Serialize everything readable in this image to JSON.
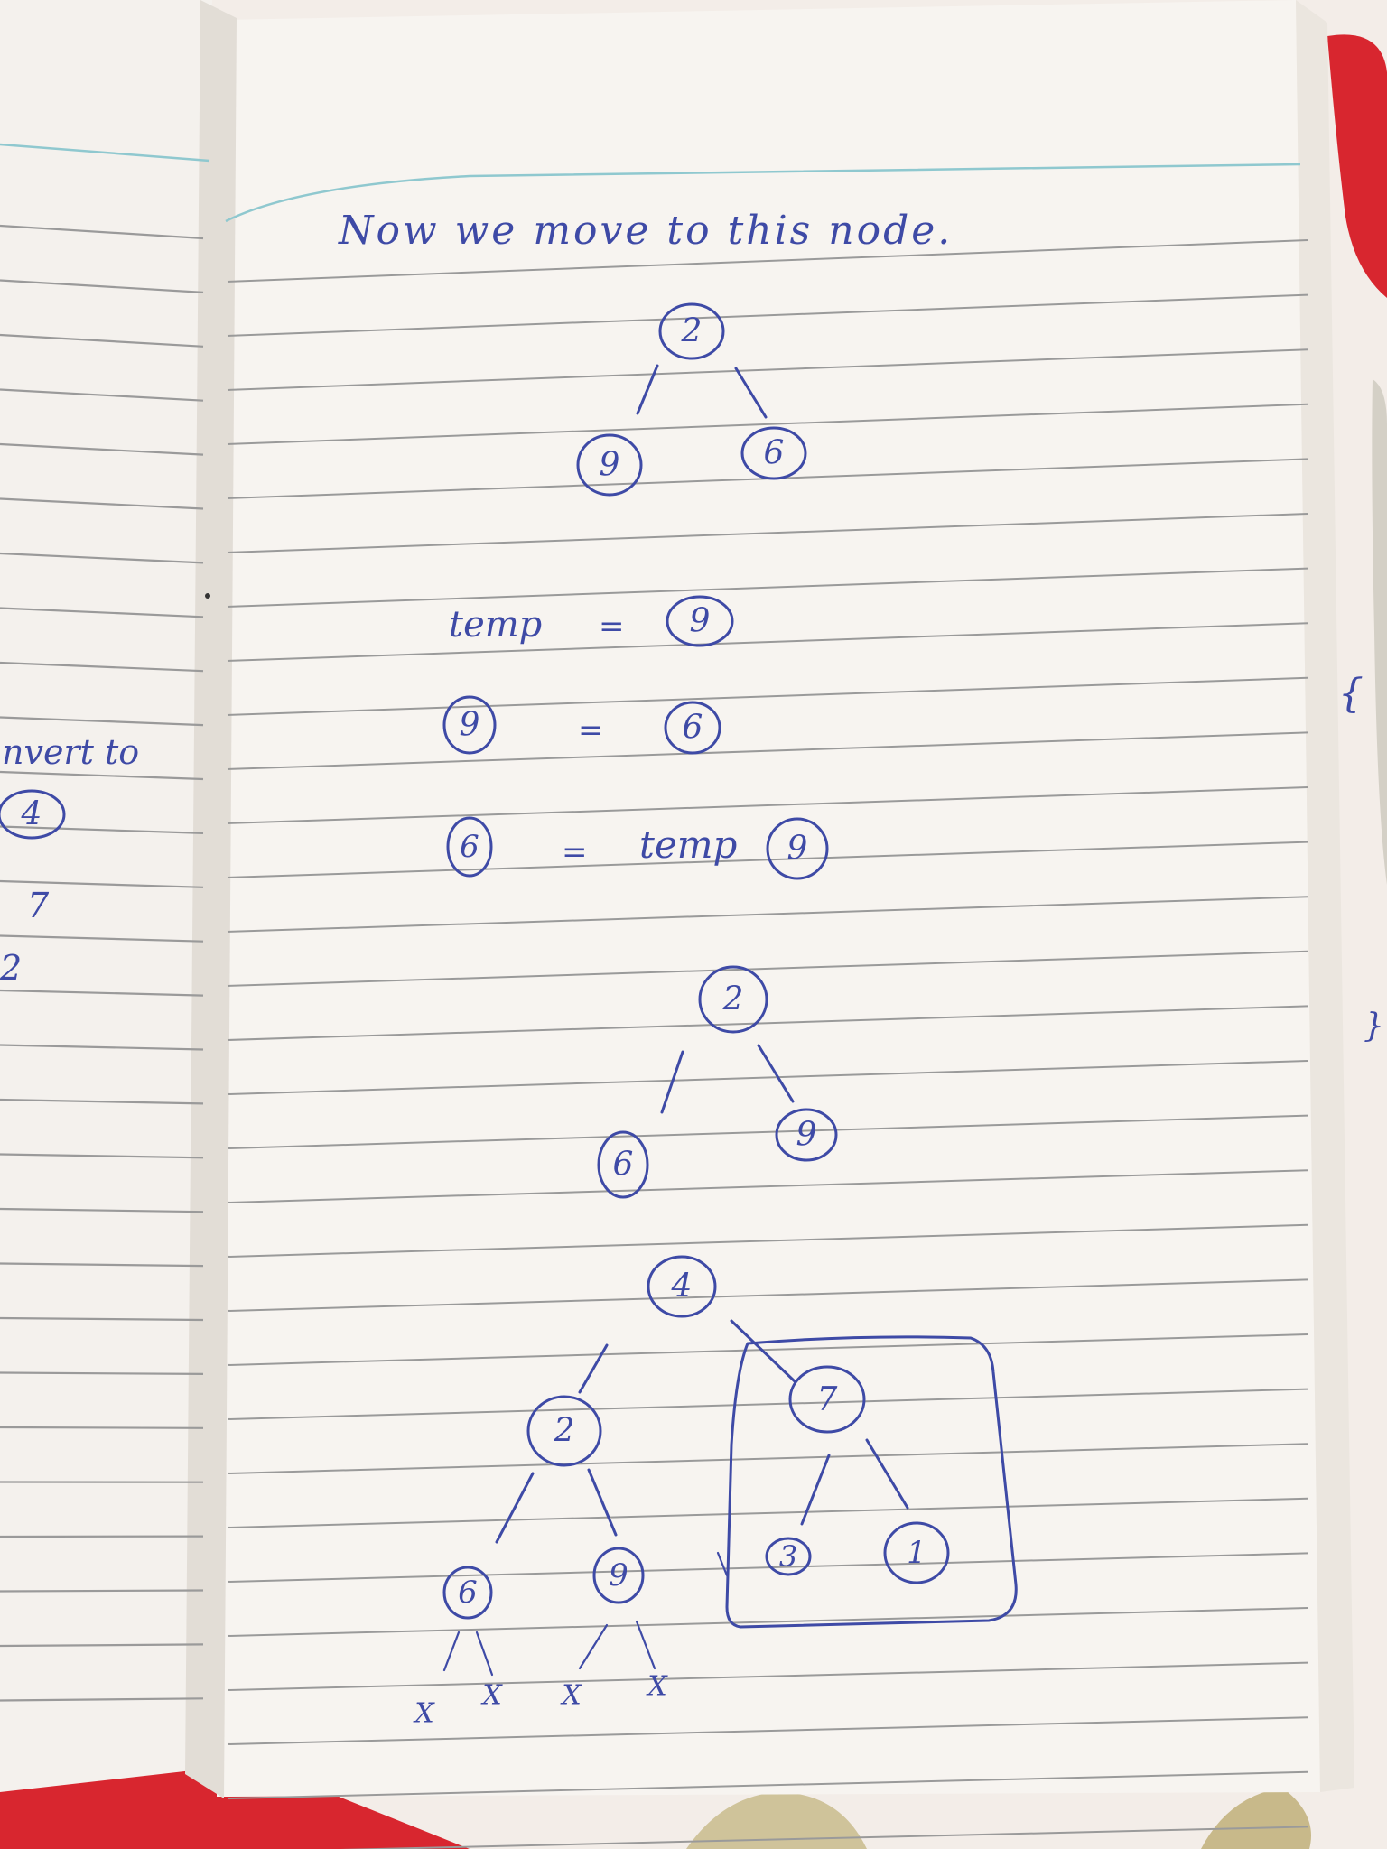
{
  "left_page": {
    "text_lines": [
      "nvert to",
      "4",
      "7",
      "2"
    ]
  },
  "right_page": {
    "heading": "Now we move to this node.",
    "tree1": {
      "root": "2",
      "left": "9",
      "right": "6"
    },
    "swap_steps": [
      {
        "lhs": "temp",
        "op": "=",
        "rhs": "9"
      },
      {
        "lhs": "9",
        "op": "=",
        "rhs": "6"
      },
      {
        "lhs": "6",
        "op": "=",
        "rhs": "temp",
        "rhs_node": "9"
      }
    ],
    "tree2": {
      "root": "2",
      "left": "6",
      "right": "9"
    },
    "tree3": {
      "root": "4",
      "left": {
        "value": "2",
        "left": "6",
        "right": "9"
      },
      "right": {
        "value": "7",
        "left": "3",
        "right": "1"
      },
      "null_marks": [
        "X",
        "X",
        "X",
        "X"
      ]
    }
  },
  "edge_marks": [
    "{",
    "}"
  ],
  "colors": {
    "ink": "#3e4aa6",
    "paper": "#f5f2ee",
    "rule": "#9a9a9a",
    "margin_rule": "#8fc8cf",
    "cloth_red": "#d8262f"
  }
}
